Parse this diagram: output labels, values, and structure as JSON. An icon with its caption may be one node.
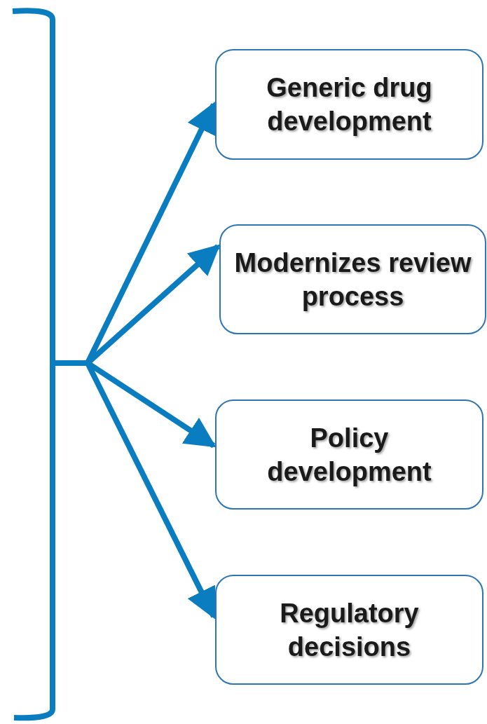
{
  "diagram": {
    "nodes": [
      {
        "text": [
          "Generic drug development"
        ]
      },
      {
        "text": [
          "Modernizes review process"
        ]
      },
      {
        "text": [
          "Policy development"
        ]
      },
      {
        "text": [
          "Regulatory decisions"
        ]
      }
    ],
    "edges": [
      {
        "from": null,
        "to": 0,
        "arrow": "to"
      },
      {
        "from": null,
        "to": 1,
        "arrow": "to"
      },
      {
        "from": null,
        "to": 2,
        "arrow": "to"
      },
      {
        "from": null,
        "to": 3,
        "arrow": "to"
      }
    ]
  }
}
